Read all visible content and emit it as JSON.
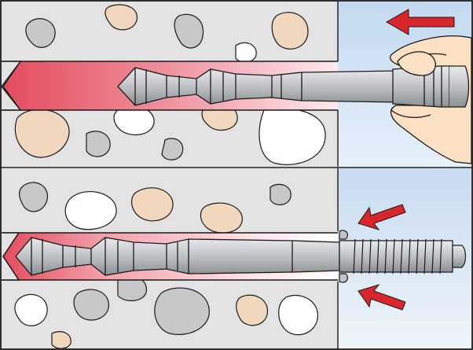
{
  "diagram": {
    "panels": [
      {
        "name": "step-pull-out",
        "arrows": 1
      },
      {
        "name": "step-press-in",
        "arrows": 2
      }
    ],
    "colors": {
      "concrete": "#e3e3e4",
      "air": "#c6dcf0",
      "hole_fill": "#e34b5e",
      "steel": "#c1c3c6",
      "steel_dark": "#8a8d91",
      "stone_grey": "#c7c8ca",
      "stone_tan": "#f0d7bd",
      "stone_white": "#ffffff",
      "arrow": "#d9262c",
      "skin": "#fbe0c4",
      "outline": "#1a1a1a"
    },
    "icons": [
      "arrow-left-icon",
      "arrow-diagonal-down-icon",
      "arrow-diagonal-up-icon",
      "hand-icon"
    ]
  }
}
